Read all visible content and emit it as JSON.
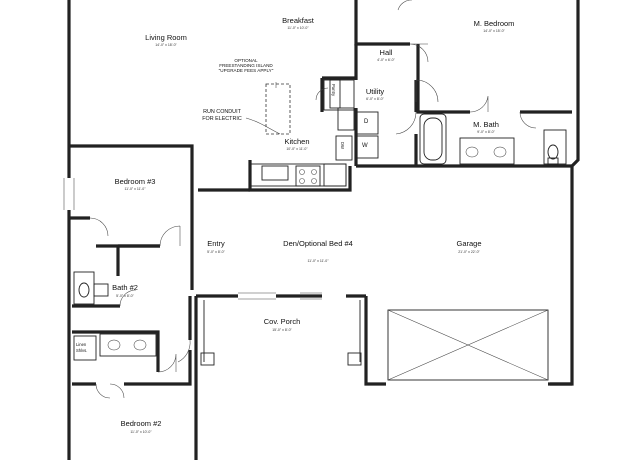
{
  "plan": {
    "rooms": [
      {
        "id": "living-room",
        "name": "Living Room",
        "dim": "14'-0\" x 18'-0\""
      },
      {
        "id": "breakfast",
        "name": "Breakfast",
        "dim": "11'-0\" x 10'-0\""
      },
      {
        "id": "master-bedroom",
        "name": "M. Bedroom",
        "dim": "14'-0\" x 15'-0\""
      },
      {
        "id": "hall",
        "name": "Hall",
        "dim": "4'-0\" x 6'-0\""
      },
      {
        "id": "utility",
        "name": "Utility",
        "dim": "6'-0\" x 8'-0\""
      },
      {
        "id": "master-bath",
        "name": "M. Bath",
        "dim": "9'-0\" x 8'-0\""
      },
      {
        "id": "kitchen",
        "name": "Kitchen",
        "dim": "10'-0\" x 11'-0\""
      },
      {
        "id": "bedroom-3",
        "name": "Bedroom #3",
        "dim": "11'-0\" x 11'-0\""
      },
      {
        "id": "entry",
        "name": "Entry",
        "dim": "5'-0\" x 8'-0\""
      },
      {
        "id": "den",
        "name": "Den/Optional Bed #4",
        "dim": "11'-0\" x 11'-0\""
      },
      {
        "id": "garage",
        "name": "Garage",
        "dim": "21'-0\" x 22'-0\""
      },
      {
        "id": "bath-2",
        "name": "Bath #2",
        "dim": "5'-0\" x 8'-0\""
      },
      {
        "id": "covered-porch",
        "name": "Cov. Porch",
        "dim": "15'-0\" x 8'-0\""
      },
      {
        "id": "bedroom-2",
        "name": "Bedroom #2",
        "dim": "11'-0\" x 10'-0\""
      }
    ],
    "notes": {
      "island": "OPTIONAL FREESTANDING ISLAND \"UPGRADE FEES APPLY\"",
      "conduit": "RUN CONDUIT FOR ELECTRIC"
    },
    "fixtures": {
      "pantry": "Pantry",
      "dryer": "D",
      "washer": "W",
      "dishwasher": "DW",
      "linen_line1": "Linen",
      "linen_line2": "Shlvs."
    }
  }
}
